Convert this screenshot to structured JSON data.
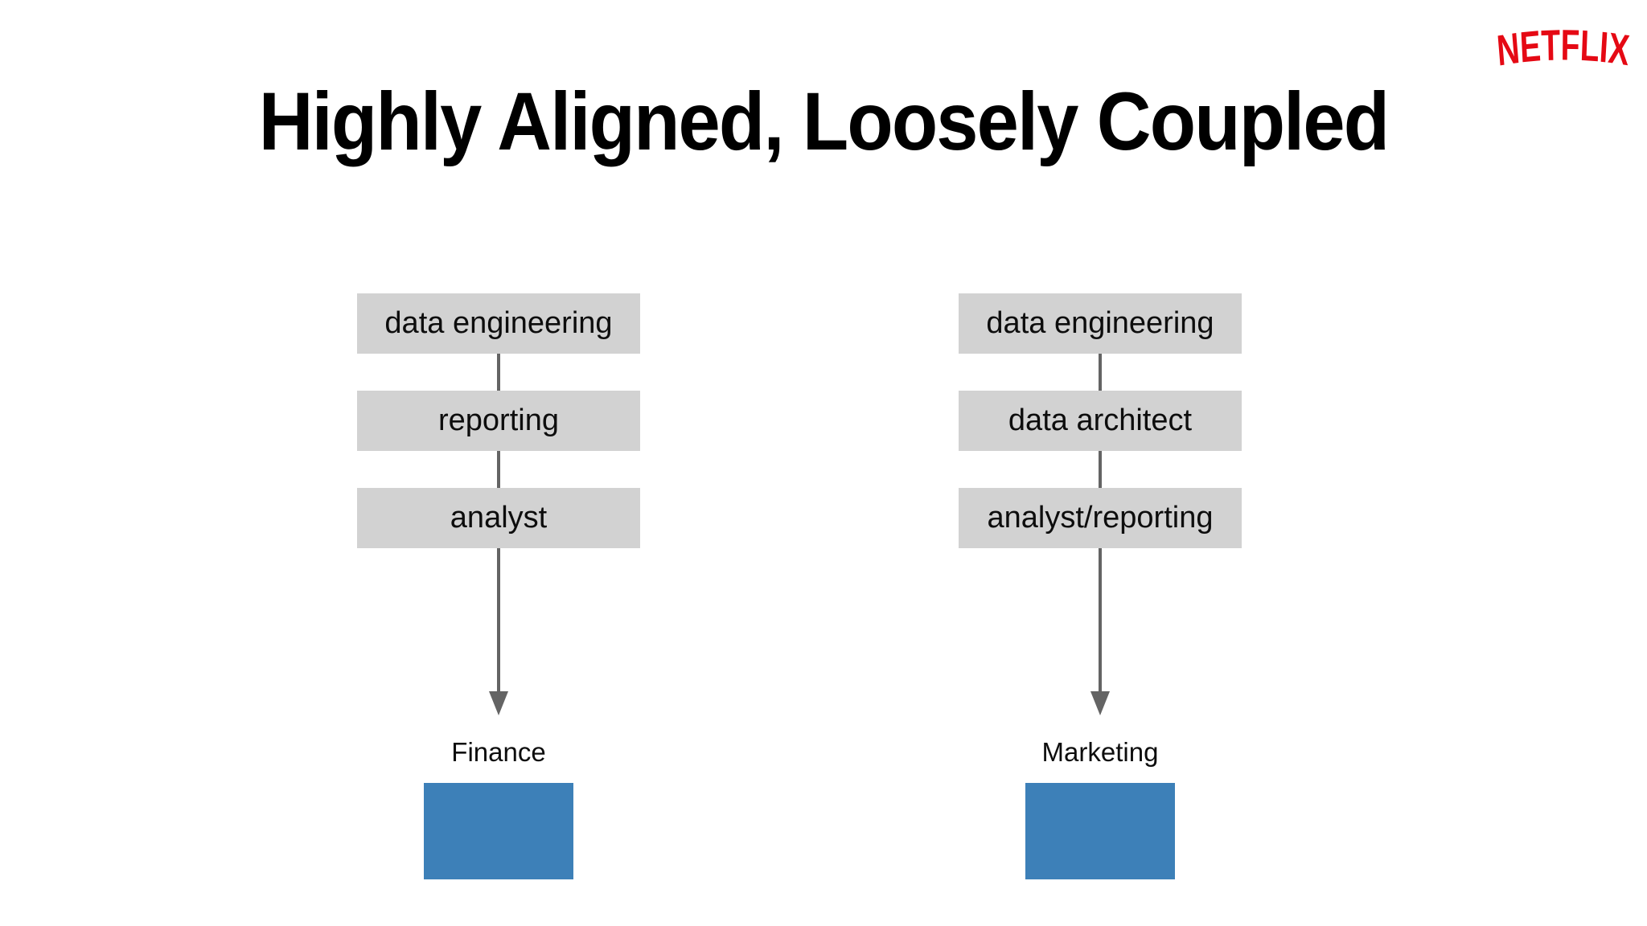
{
  "slide": {
    "title": "Highly Aligned, Loosely Coupled",
    "brand": "NETFLIX",
    "colors": {
      "brand_red": "#e50914",
      "node_gray": "#d2d2d2",
      "department_blue": "#3d80b8",
      "connector_gray": "#646464",
      "text_black": "#000000",
      "background": "#ffffff"
    }
  },
  "diagram": {
    "columns": [
      {
        "chain": [
          "data engineering",
          "reporting",
          "analyst"
        ],
        "department": "Finance"
      },
      {
        "chain": [
          "data engineering",
          "data architect",
          "analyst/reporting"
        ],
        "department": "Marketing"
      }
    ]
  }
}
